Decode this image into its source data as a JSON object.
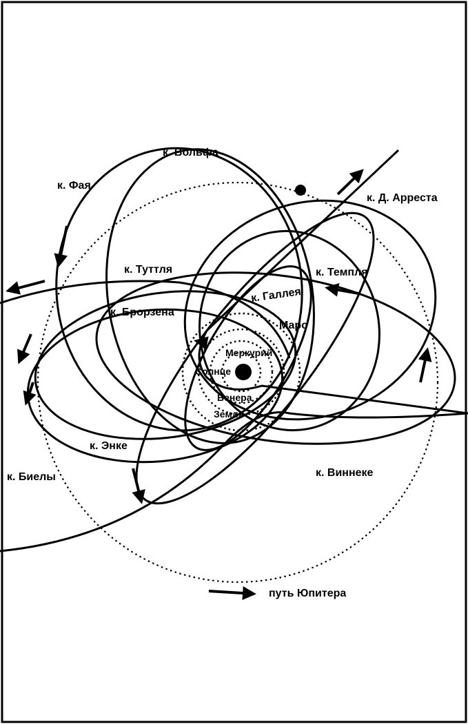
{
  "labels": {
    "wolf": "к. Вольфа",
    "faye": "к. Фая",
    "darrest": "к. Д. Арреста",
    "tuttle": "к. Туттля",
    "tempel": "к. Темпля",
    "halley": "к. Галлея",
    "brorsen": "к. Брорзена",
    "mars": "Марс",
    "mercury": "Меркурий",
    "sun": "Солнце",
    "venus": "Венера",
    "earth": "Земля",
    "encke": "к. Энке",
    "biela": "к. Биелы",
    "winnecke": "к. Виннеке",
    "jupiter_path": "путь Юпитера"
  },
  "colors": {
    "ink": "#000000",
    "paper": "#ffffff"
  }
}
